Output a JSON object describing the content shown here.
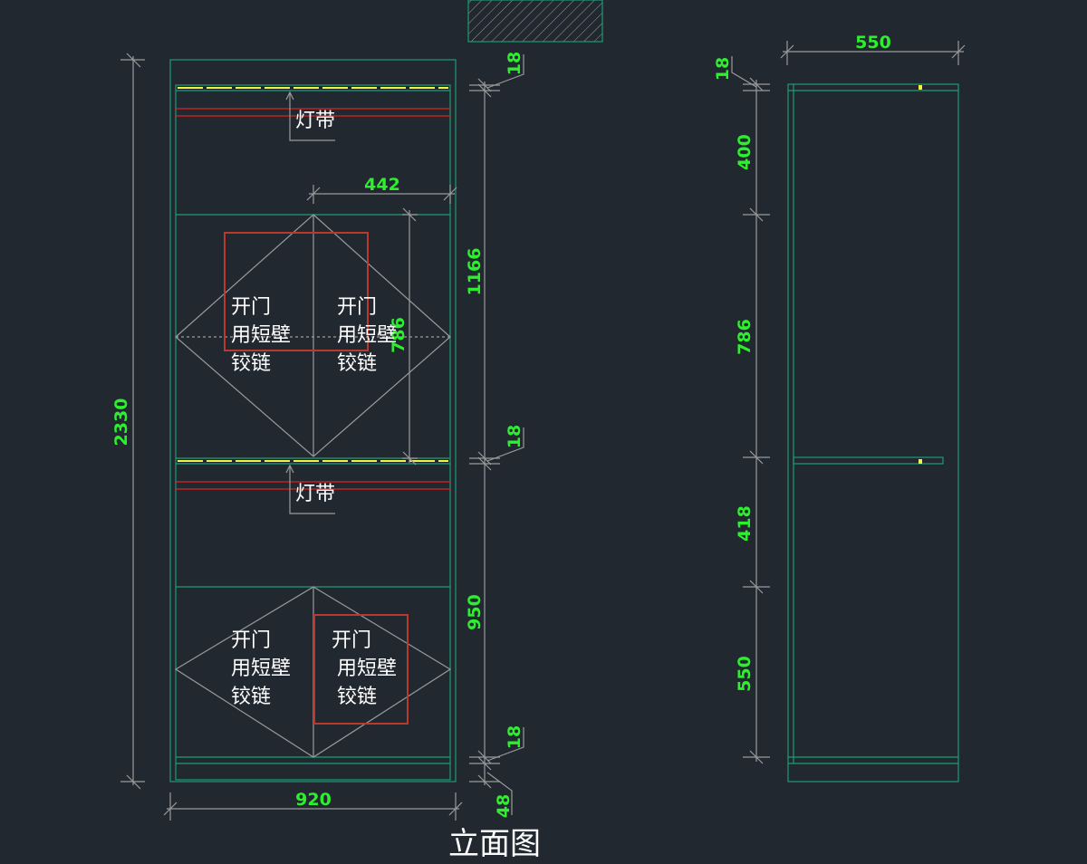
{
  "colors": {
    "background": "#212830",
    "cabinet": "#1f9a78",
    "dimension_line": "#9a9a9a",
    "dimension_text": "#2df02d",
    "led_strip": "#e0201e",
    "highlight": "#b83a2e",
    "shelf_marker": "#f2f24a",
    "label_text": "#ffffff"
  },
  "front_view": {
    "width_label": "920",
    "height_label": "2330",
    "inner_width_label": "442",
    "door_height_label": "786",
    "right_dims": [
      "18",
      "1166",
      "18",
      "950",
      "18",
      "48"
    ],
    "led_label": "灯带",
    "door_labels": [
      "开门",
      "用短壁",
      "铰链"
    ]
  },
  "side_view": {
    "depth_label": "550",
    "left_dims": [
      "18",
      "400",
      "786",
      "418",
      "550"
    ]
  },
  "title": "立面图"
}
